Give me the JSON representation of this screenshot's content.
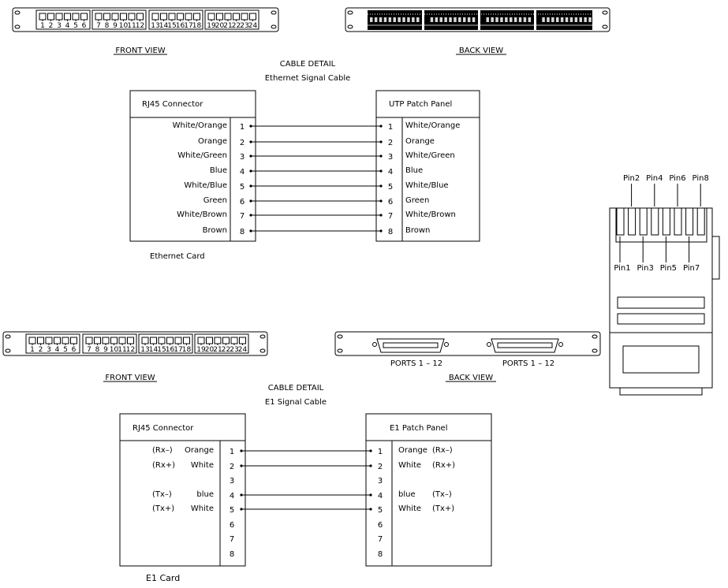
{
  "colors": {
    "line": "#000000",
    "background": "#ffffff",
    "panel_fill": "#000000"
  },
  "ethernet_section": {
    "front_panel": {
      "label": "FRONT VIEW",
      "port_groups": [
        [
          "1",
          "2",
          "3",
          "4",
          "5",
          "6"
        ],
        [
          "7",
          "8",
          "9",
          "10",
          "11",
          "12"
        ],
        [
          "13",
          "14",
          "15",
          "16",
          "17",
          "18"
        ],
        [
          "19",
          "20",
          "21",
          "22",
          "23",
          "24"
        ]
      ]
    },
    "back_panel": {
      "label": "BACK VIEW"
    },
    "title": "CABLE DETAIL",
    "subtitle": "Ethernet Signal Cable",
    "left_box": {
      "header": "RJ45 Connector",
      "caption": "Ethernet  Card",
      "pins": [
        {
          "pin": "1",
          "label": "White/Orange"
        },
        {
          "pin": "2",
          "label": "Orange"
        },
        {
          "pin": "3",
          "label": "White/Green"
        },
        {
          "pin": "4",
          "label": "Blue"
        },
        {
          "pin": "5",
          "label": "White/Blue"
        },
        {
          "pin": "6",
          "label": "Green"
        },
        {
          "pin": "7",
          "label": "White/Brown"
        },
        {
          "pin": "8",
          "label": "Brown"
        }
      ]
    },
    "right_box": {
      "header": "UTP Patch Panel",
      "pins": [
        {
          "pin": "1",
          "label": "White/Orange"
        },
        {
          "pin": "2",
          "label": "Orange"
        },
        {
          "pin": "3",
          "label": "White/Green"
        },
        {
          "pin": "4",
          "label": "Blue"
        },
        {
          "pin": "5",
          "label": "White/Blue"
        },
        {
          "pin": "6",
          "label": "Green"
        },
        {
          "pin": "7",
          "label": "White/Brown"
        },
        {
          "pin": "8",
          "label": "Brown"
        }
      ]
    },
    "connections": [
      "1",
      "2",
      "3",
      "4",
      "5",
      "6",
      "7",
      "8"
    ]
  },
  "e1_section": {
    "front_panel": {
      "label": "FRONT VIEW",
      "port_groups": [
        [
          "1",
          "2",
          "3",
          "4",
          "5",
          "6"
        ],
        [
          "7",
          "8",
          "9",
          "10",
          "11",
          "12"
        ],
        [
          "13",
          "14",
          "15",
          "16",
          "17",
          "18"
        ],
        [
          "19",
          "20",
          "21",
          "22",
          "23",
          "24"
        ]
      ]
    },
    "back_panel": {
      "label": "BACK VIEW",
      "connectors": [
        {
          "label": "PORTS 1 – 12"
        },
        {
          "label": "PORTS 1 – 12"
        }
      ]
    },
    "title": "CABLE DETAIL",
    "subtitle": "E1 Signal Cable",
    "left_box": {
      "header": "RJ45 Connector",
      "caption": "E1  Card",
      "pins": [
        {
          "pin": "1",
          "signal": "(Rx–)",
          "label": "Orange"
        },
        {
          "pin": "2",
          "signal": "(Rx+)",
          "label": "White"
        },
        {
          "pin": "3",
          "signal": "",
          "label": ""
        },
        {
          "pin": "4",
          "signal": "(Tx–)",
          "label": "blue"
        },
        {
          "pin": "5",
          "signal": "(Tx+)",
          "label": "White"
        },
        {
          "pin": "6",
          "signal": "",
          "label": ""
        },
        {
          "pin": "7",
          "signal": "",
          "label": ""
        },
        {
          "pin": "8",
          "signal": "",
          "label": ""
        }
      ]
    },
    "right_box": {
      "header": "E1 Patch Panel",
      "pins": [
        {
          "pin": "1",
          "label": "Orange",
          "signal": "(Rx–)"
        },
        {
          "pin": "2",
          "label": "White",
          "signal": "(Rx+)"
        },
        {
          "pin": "3",
          "label": "",
          "signal": ""
        },
        {
          "pin": "4",
          "label": "blue",
          "signal": "(Tx–)"
        },
        {
          "pin": "5",
          "label": "White",
          "signal": "(Tx+)"
        },
        {
          "pin": "6",
          "label": "",
          "signal": ""
        },
        {
          "pin": "7",
          "label": "",
          "signal": ""
        },
        {
          "pin": "8",
          "label": "",
          "signal": ""
        }
      ]
    },
    "connections": [
      "1",
      "2",
      "4",
      "5"
    ]
  },
  "rj45_plug": {
    "top_labels": [
      "Pin2",
      "Pin4",
      "Pin6",
      "Pin8"
    ],
    "bottom_labels": [
      "Pin1",
      "Pin3",
      "Pin5",
      "Pin7"
    ]
  }
}
